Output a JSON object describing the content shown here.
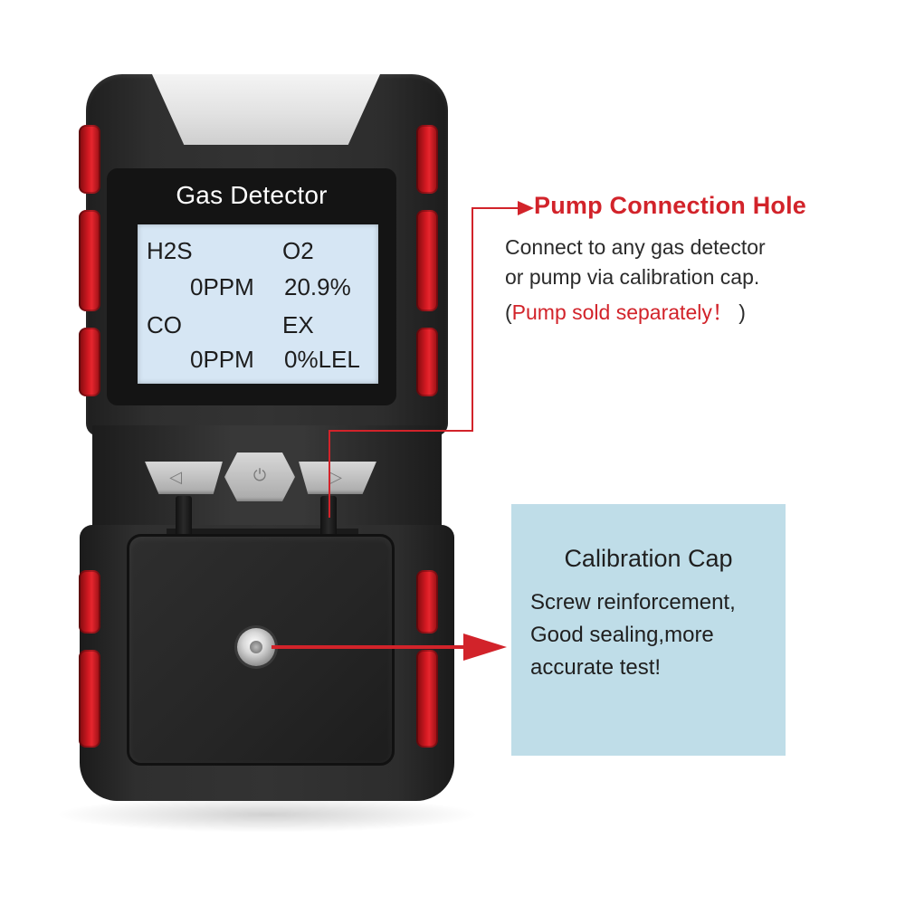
{
  "device": {
    "screen_title": "Gas Detector",
    "readings": [
      {
        "gas": "H2S",
        "value": "0PPM"
      },
      {
        "gas": "O2",
        "value": "20.9%"
      },
      {
        "gas": "CO",
        "value": "0PPM"
      },
      {
        "gas": "EX",
        "value": "0%LEL"
      }
    ],
    "buttons": {
      "left_glyph": "◁",
      "power_glyph": "⏻",
      "right_glyph": "▷"
    }
  },
  "callouts": {
    "pump": {
      "title": "Pump Connection Hole",
      "line1": "Connect to any gas detector",
      "line2": "or pump via calibration cap.",
      "note_open": "(",
      "note_red": "Pump sold separately！",
      "note_close": " )"
    },
    "calibration": {
      "title": "Calibration Cap",
      "line1": "Screw reinforcement,",
      "line2": "Good sealing,more",
      "line3": "accurate test!"
    }
  },
  "colors": {
    "accent_red": "#d2232a",
    "callout_box": "#bfdde8",
    "lcd": "#d6e6f4",
    "device_body": "#2f2f2f"
  }
}
